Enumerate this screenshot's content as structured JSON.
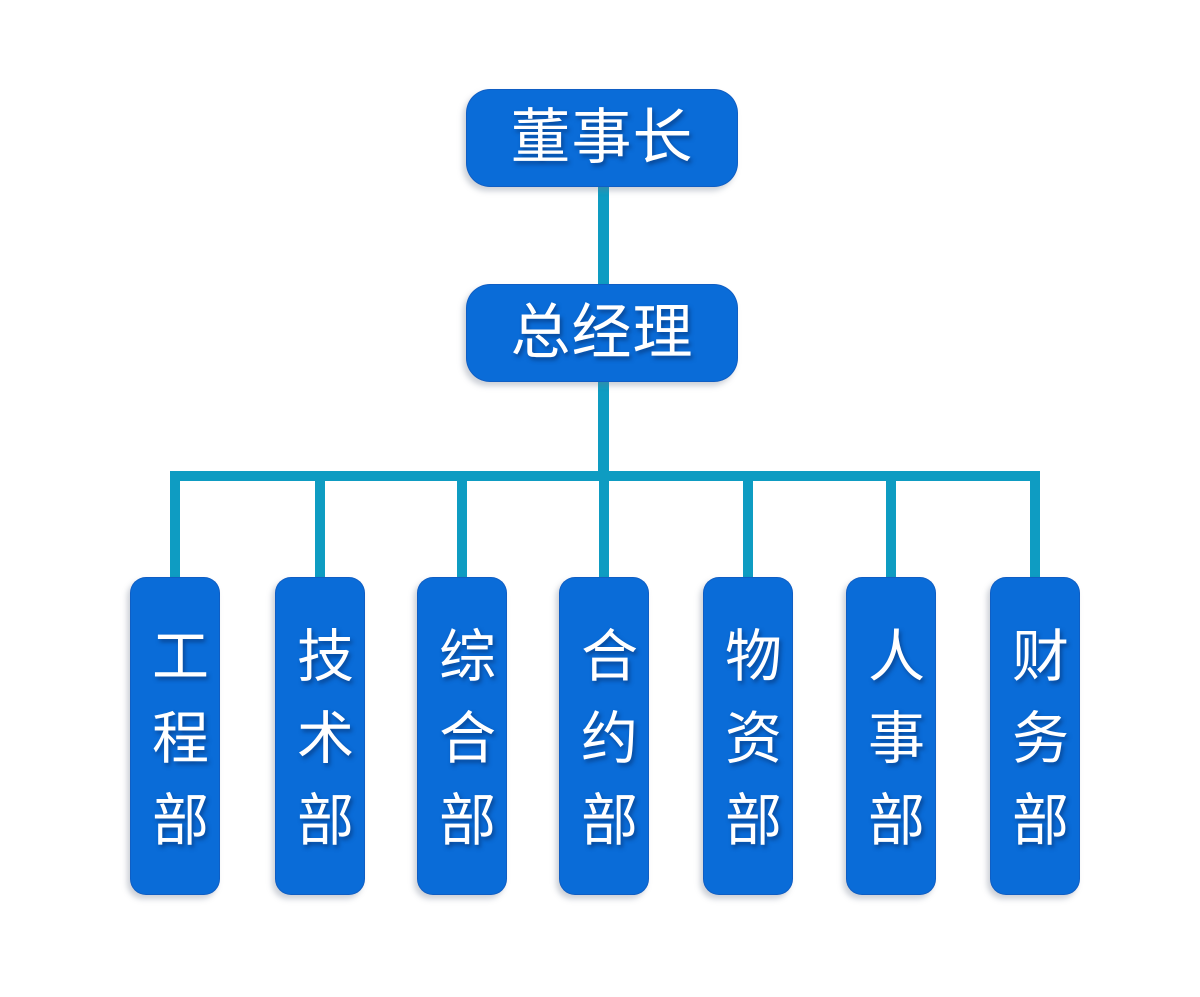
{
  "colors": {
    "node_fill": "#0a6cd8",
    "connector": "#0e9cc2",
    "text": "#ffffff",
    "background": "#ffffff"
  },
  "org_chart": {
    "type": "org-tree",
    "chairman": {
      "label": "董事长"
    },
    "general_manager": {
      "label": "总经理"
    },
    "departments": [
      {
        "label": "工程部"
      },
      {
        "label": "技术部"
      },
      {
        "label": "综合部"
      },
      {
        "label": "合约部"
      },
      {
        "label": "物资部"
      },
      {
        "label": "人事部"
      },
      {
        "label": "财务部"
      }
    ]
  }
}
